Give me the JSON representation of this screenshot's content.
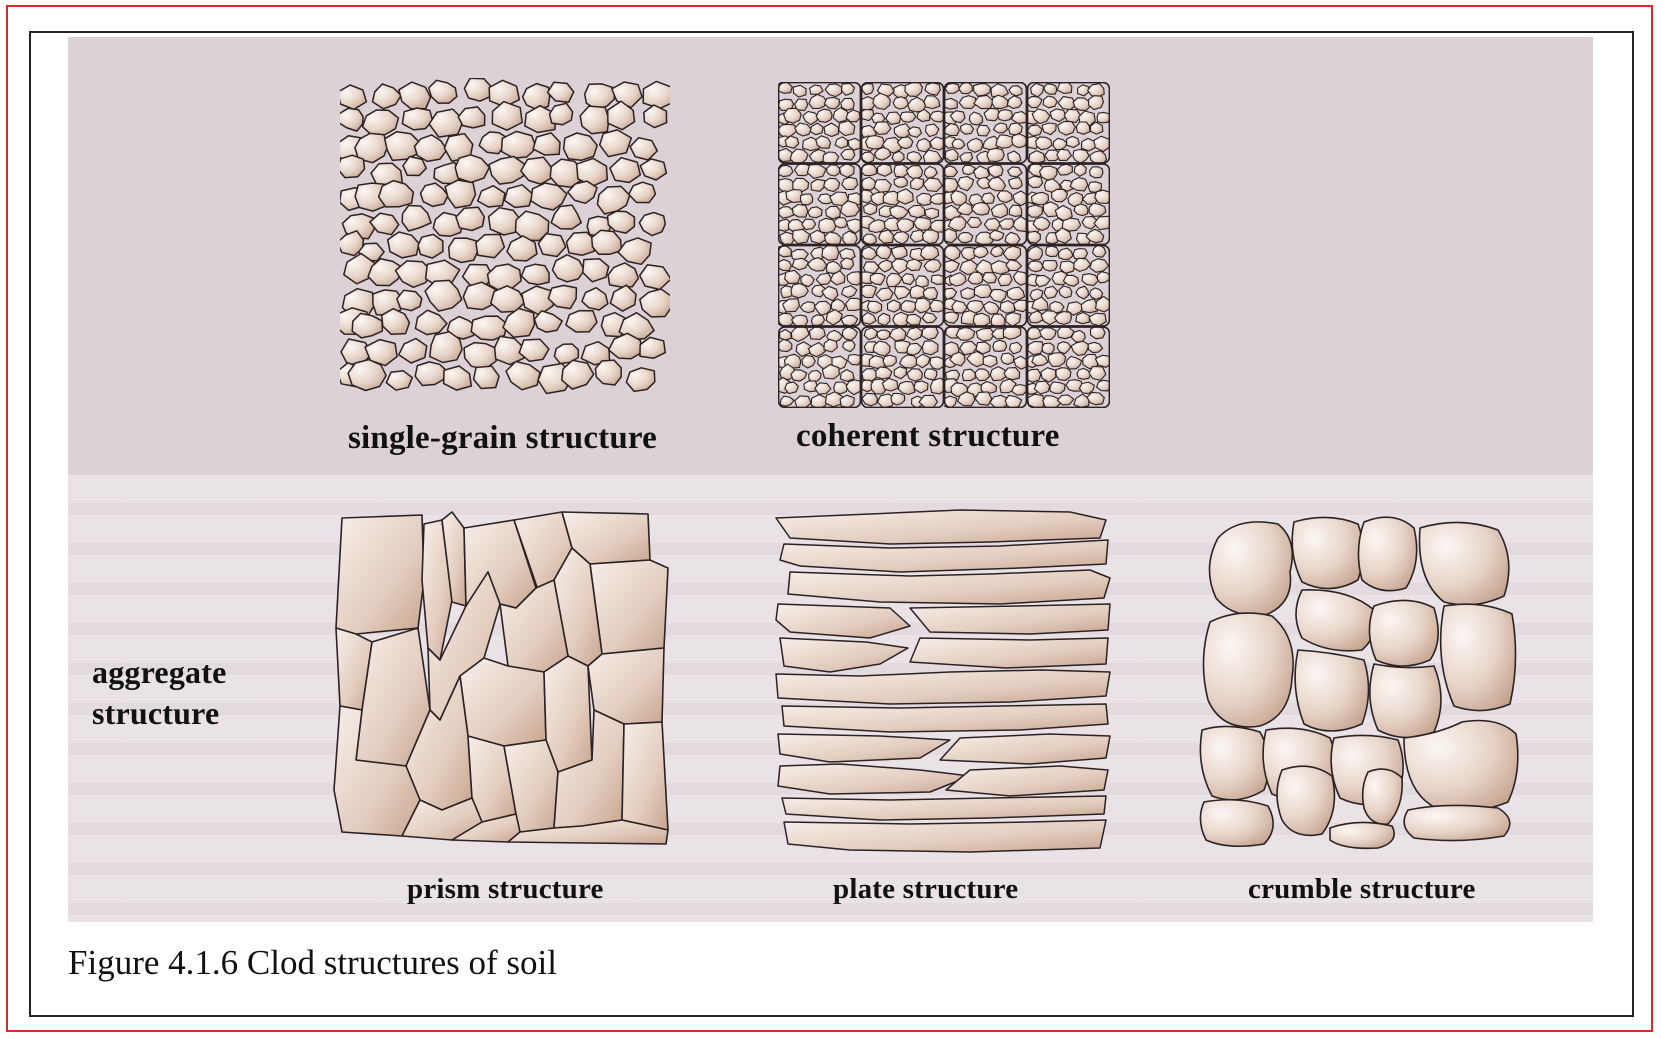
{
  "figure": {
    "caption": "Figure 4.1.6 Clod structures of soil",
    "labels": {
      "single_grain": "single-grain structure",
      "coherent": "coherent structure",
      "aggregate_line1": "aggregate",
      "aggregate_line2": "structure",
      "prism": "prism structure",
      "plate": "plate structure",
      "crumble": "crumble structure"
    }
  },
  "colors": {
    "frame_outer": "#e2262b",
    "frame_inner": "#222222",
    "band_background": "#dbd1d6",
    "grain_light": "#f6f0ec",
    "grain_dark": "#c7a793",
    "outline": "#2b2224"
  }
}
